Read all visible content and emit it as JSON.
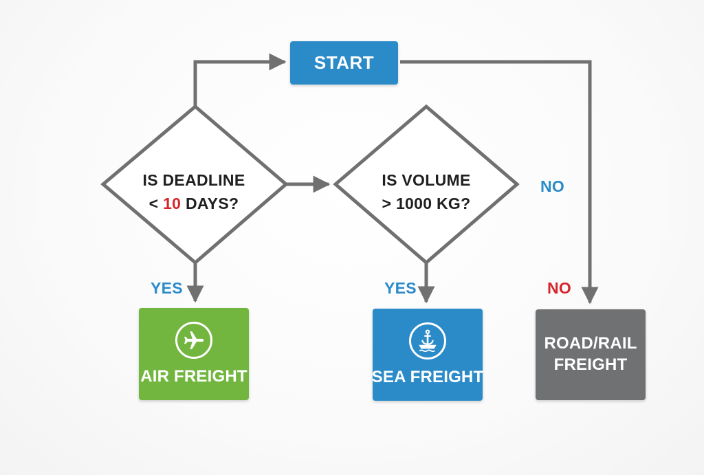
{
  "colors": {
    "line": "#707070",
    "start_fill": "#2b8bc9",
    "air_fill": "#72b640",
    "sea_fill": "#2b8bc9",
    "road_fill": "#6f7173",
    "yes_text": "#2b8bc9",
    "no_top_text": "#2b8bc9",
    "no_bottom_text": "#d4262c",
    "highlight": "#d4262c"
  },
  "start": {
    "label": "START"
  },
  "decision_deadline": {
    "line1": "IS DEADLINE",
    "line2_prefix": "< ",
    "line2_highlight": "10",
    "line2_suffix": " DAYS?"
  },
  "decision_volume": {
    "line1": "IS VOLUME",
    "line2": "> 1000 KG?"
  },
  "branches": {
    "deadline_yes": "YES",
    "volume_yes": "YES",
    "volume_no": "NO",
    "road_no": "NO"
  },
  "outcomes": {
    "air": {
      "label": "AIR FREIGHT",
      "icon": "airplane-icon"
    },
    "sea": {
      "label": "SEA FREIGHT",
      "icon": "ship-anchor-icon"
    },
    "road": {
      "label": "ROAD/RAIL FREIGHT"
    }
  }
}
